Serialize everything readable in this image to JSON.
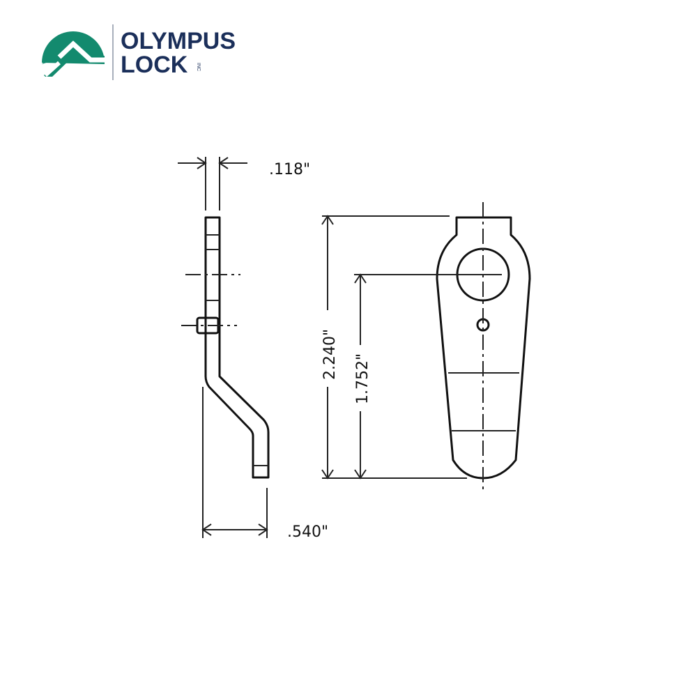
{
  "brand": {
    "name_line1": "OLYMPUS",
    "name_line2": "LOCK",
    "suffix": "INC",
    "colors": {
      "mark": "#138a6e",
      "text": "#1b2f5a"
    }
  },
  "drawing": {
    "dimensions": {
      "thickness": ".118\"",
      "offset": ".540\"",
      "overall_length": "2.240\"",
      "hole_to_end": "1.752\""
    }
  }
}
